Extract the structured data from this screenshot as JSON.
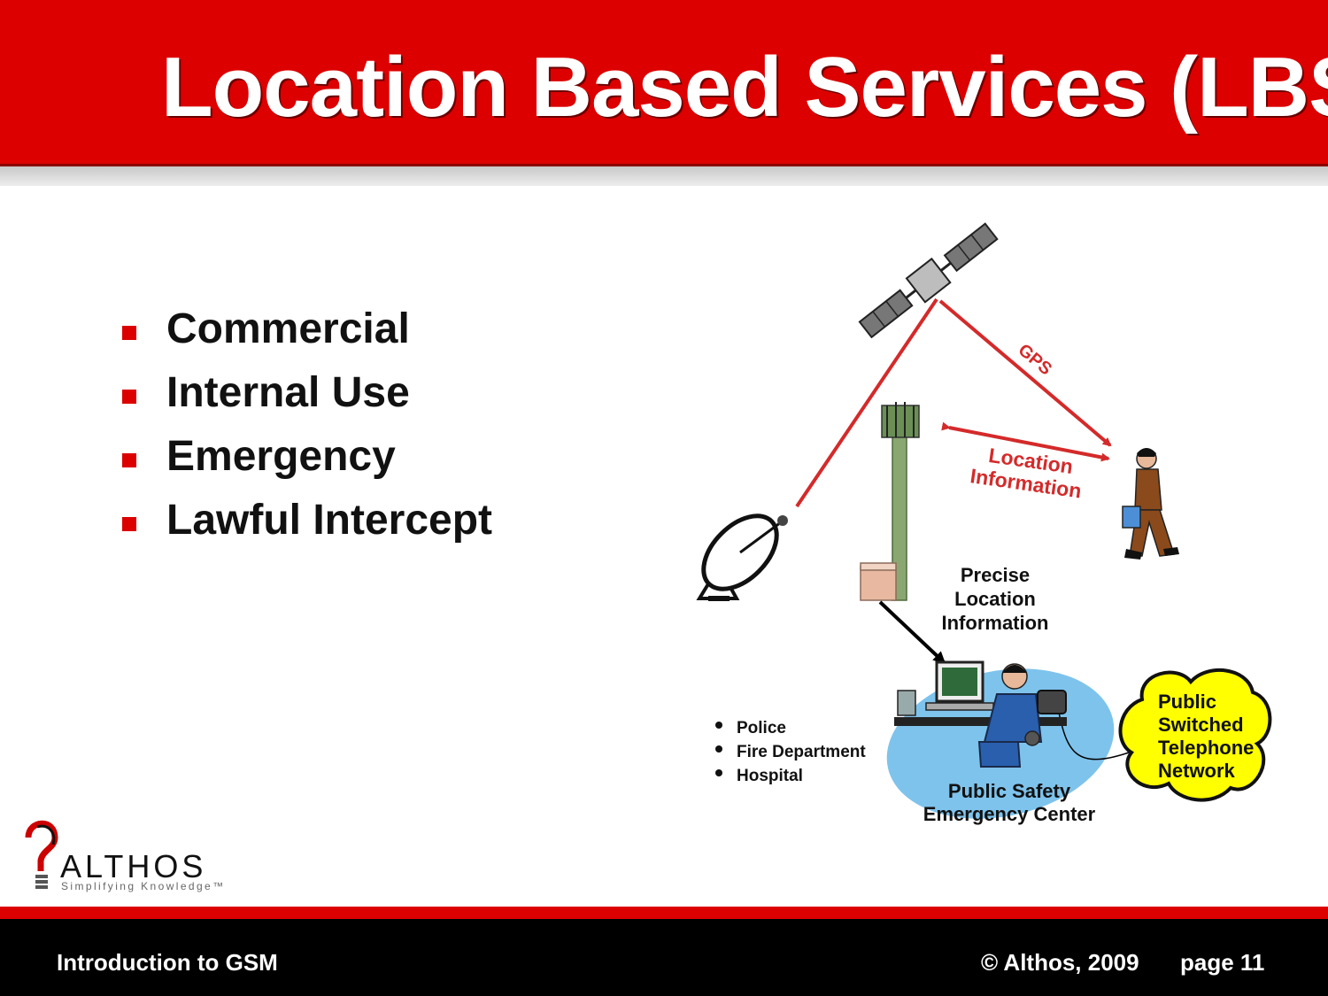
{
  "slide": {
    "title": "Location Based Services (LBS)",
    "bullets": [
      "Commercial",
      "Internal Use",
      "Emergency",
      "Lawful Intercept"
    ]
  },
  "diagram": {
    "gps_label": "GPS",
    "location_info_line1": "Location",
    "location_info_line2": "Information",
    "precise_line1": "Precise",
    "precise_line2": "Location",
    "precise_line3": "Information",
    "emergency_services": [
      "Police",
      "Fire Department",
      "Hospital"
    ],
    "center_line1": "Public Safety",
    "center_line2": "Emergency Center",
    "pstn_line1": "Public",
    "pstn_line2": "Switched",
    "pstn_line3": "Telephone",
    "pstn_line4": "Network",
    "icons": [
      "satellite-icon",
      "satellite-dish-icon",
      "cell-tower-icon",
      "walking-person-icon",
      "dispatcher-icon",
      "cloud-icon"
    ]
  },
  "logo": {
    "name": "ALTHOS",
    "tagline": "Simplifying Knowledge™"
  },
  "footer": {
    "left": "Introduction to GSM",
    "copyright": "© Althos, 2009",
    "page": "page 11"
  },
  "colors": {
    "header_red": "#dc0000",
    "arrow_red": "#d42a2a",
    "ellipse_blue": "#7ec3ec",
    "cloud_yellow": "#ffff00",
    "footer_black": "#000000"
  }
}
